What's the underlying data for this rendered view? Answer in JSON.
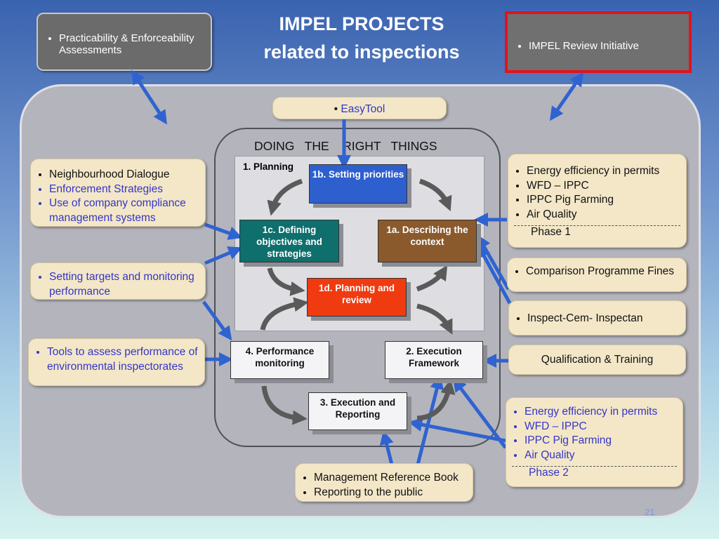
{
  "title": {
    "line1": "IMPEL PROJECTS",
    "line2": "related to inspections"
  },
  "top_left_box": "Practicability & Enforceability Assessments",
  "top_right_box": "IMPEL  Review Initiative",
  "easytool": "EasyTool",
  "doing_right_things": "DOING   THE    RIGHT   THINGS",
  "planning_label": "1. Planning",
  "nodes": {
    "n1b": "1b. Setting priorities",
    "n1c": "1c. Defining objectives and strategies",
    "n1a": "1a. Describing the context",
    "n1d": "1d. Planning and review",
    "n4": "4. Performance monitoring",
    "n2": "2. Execution Framework",
    "n3": "3. Execution and Reporting"
  },
  "left_boxes": {
    "box1": [
      "Neighbourhood Dialogue",
      "Enforcement  Strategies",
      "Use of company compliance management  systems"
    ],
    "box2": [
      "Setting targets and monitoring performance"
    ],
    "box3": [
      "Tools to assess performance of environmental inspectorates"
    ]
  },
  "right_boxes": {
    "phase1_items": [
      "Energy efficiency in permits",
      "WFD – IPPC",
      "IPPC Pig Farming",
      "Air Quality"
    ],
    "phase1_label": "Phase 1",
    "comparison": [
      "Comparison Programme Fines"
    ],
    "inspect": [
      "Inspect-Cem- Inspectan"
    ],
    "qualification": "Qualification &  Training",
    "phase2_items": [
      "Energy efficiency in permits",
      "WFD – IPPC",
      "IPPC Pig Farming",
      "Air Quality"
    ],
    "phase2_label": "Phase 2"
  },
  "bottom_box": [
    "Management Reference Book",
    "Reporting to the public"
  ],
  "page_number": "21",
  "colors": {
    "n1b": "#2e5fcf",
    "n1c": "#0e6f6c",
    "n1a": "#8a5a2c",
    "n1d": "#f03a10",
    "white_node": "#f4f4f6",
    "arrow_blue": "#2f63d0",
    "arrow_gray": "#5a5a5a",
    "red_border": "#e8101a",
    "beige": "#f3e7c8",
    "blue_text": "#3535c8"
  }
}
